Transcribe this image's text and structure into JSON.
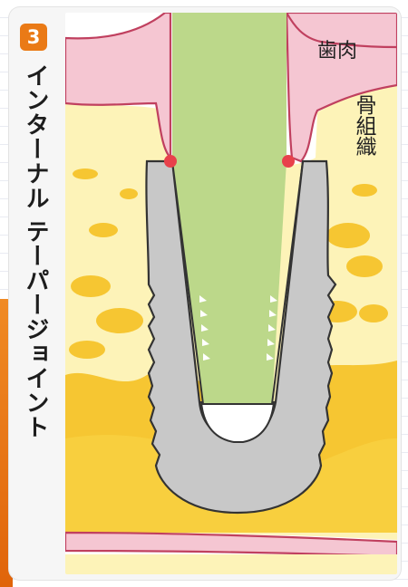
{
  "diagram": {
    "number": "3",
    "title": "インターナル テーパージョイント",
    "labels": {
      "gum": "歯肉",
      "bone": "骨組織"
    }
  },
  "colors": {
    "accent_orange": "#ea7a16",
    "gum_pink": "#f5c6d2",
    "gum_outline": "#c0405f",
    "bone_light": "#fdf3b8",
    "bone_gold": "#f6c632",
    "abutment_green": "#bcd88a",
    "implant_gray": "#c8c8c8",
    "contact_point_red": "#e8414b"
  }
}
